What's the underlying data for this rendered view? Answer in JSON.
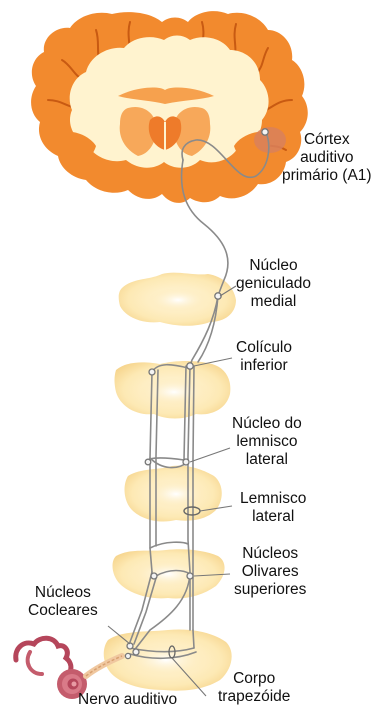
{
  "labels": {
    "cortex": [
      "Córtex",
      "auditivo",
      "primário (A1)"
    ],
    "mgn": [
      "Núcleo",
      "geniculado",
      "medial"
    ],
    "ic": [
      "Colículo",
      "inferior"
    ],
    "nll": [
      "Núcleo do",
      "lemnisco",
      "lateral"
    ],
    "ll": [
      "Lemnisco",
      "lateral"
    ],
    "soc": [
      "Núcleos",
      "Olivares",
      "superiores"
    ],
    "cn": [
      "Núcleos",
      "Cocleares"
    ],
    "tb": [
      "Corpo",
      "trapezóide"
    ],
    "nerve": "Nervo auditivo"
  },
  "colors": {
    "cortex_orange": "#f28a2e",
    "white_matter": "#fff3cf",
    "brainstem": "#fbe9b4",
    "pathway": "#8a8a8a",
    "cochlea": "#b5465b"
  }
}
